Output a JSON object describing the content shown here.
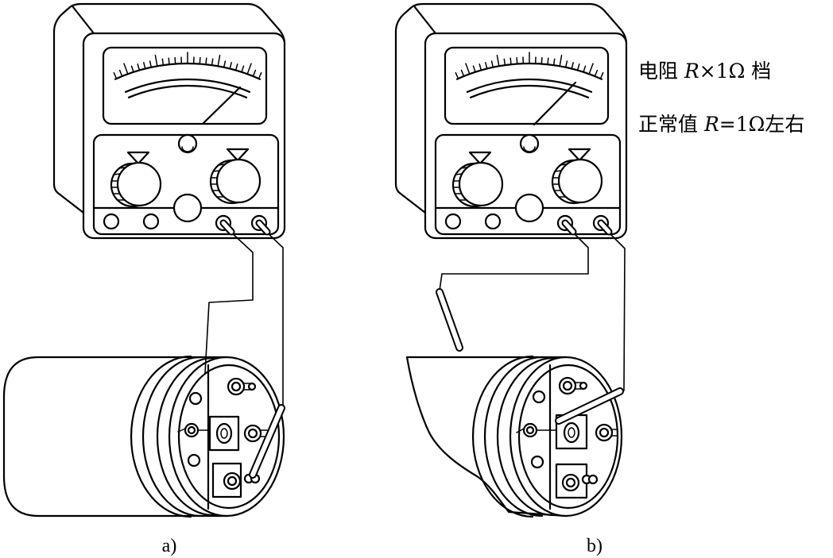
{
  "figure": {
    "annotations": {
      "range_setting": {
        "prefix": "电阻 ",
        "variable": "R",
        "suffix": "×1Ω 档"
      },
      "normal_value": {
        "prefix": "正常值 ",
        "variable": "R",
        "suffix": "=1Ω左右"
      }
    },
    "panels": {
      "a": {
        "caption": "a)"
      },
      "b": {
        "caption": "b)"
      }
    }
  },
  "colors": {
    "line": "#000000",
    "background": "#ffffff"
  }
}
